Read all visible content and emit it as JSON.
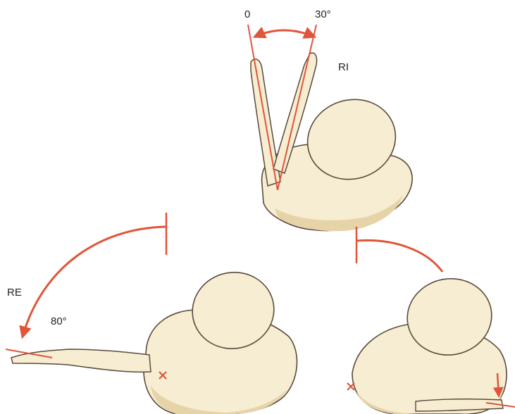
{
  "labels": {
    "top_left_angle": "0",
    "top_right_angle": "30°",
    "internal_rotation": "RI",
    "external_rotation": "RE",
    "external_angle": "80°"
  },
  "colors": {
    "accent": "#E0553A",
    "skin": "#F6EDD2",
    "shade": "#E6D4A8",
    "outline": "#5a4a3c"
  },
  "markers": [
    "x-mark",
    "x-mark"
  ]
}
